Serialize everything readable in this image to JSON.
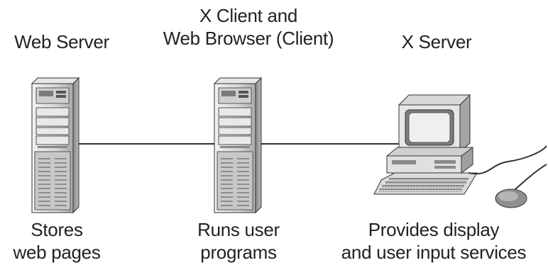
{
  "nodes": [
    {
      "id": "web-server",
      "title_lines": [
        "Web Server"
      ],
      "caption_lines": [
        "Stores",
        "web pages"
      ]
    },
    {
      "id": "x-client",
      "title_lines": [
        "X Client and",
        "Web Browser (Client)"
      ],
      "caption_lines": [
        "Runs user",
        "programs"
      ]
    },
    {
      "id": "x-server",
      "title_lines": [
        "X Server"
      ],
      "caption_lines": [
        "Provides display",
        "and user input services"
      ]
    }
  ],
  "colors": {
    "tower": "#d9d9d9",
    "tower_dark": "#9a9a9a",
    "outline": "#333333",
    "line": "#333333",
    "screen": "#e8e8e8"
  }
}
